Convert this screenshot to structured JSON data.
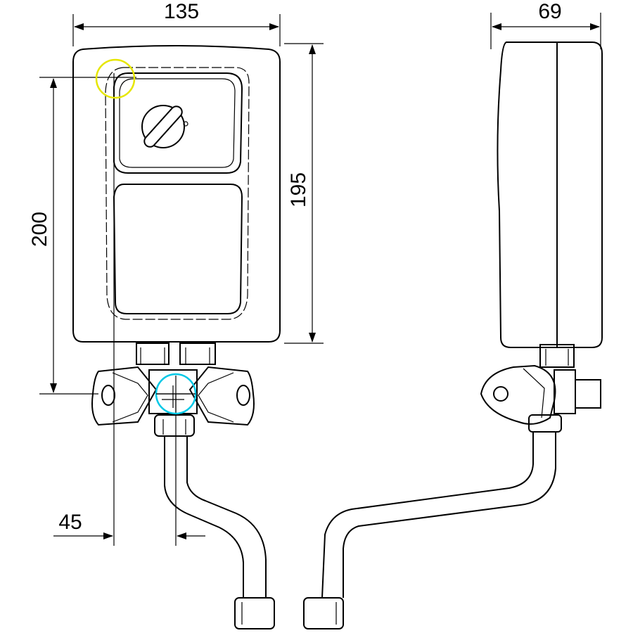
{
  "dimensions": {
    "width": "135",
    "height_total": "200",
    "height_body": "195",
    "depth": "69",
    "offset": "45"
  },
  "markers": {
    "highlight_1_color": "#e6e600",
    "highlight_2_color": "#00c8e6"
  }
}
